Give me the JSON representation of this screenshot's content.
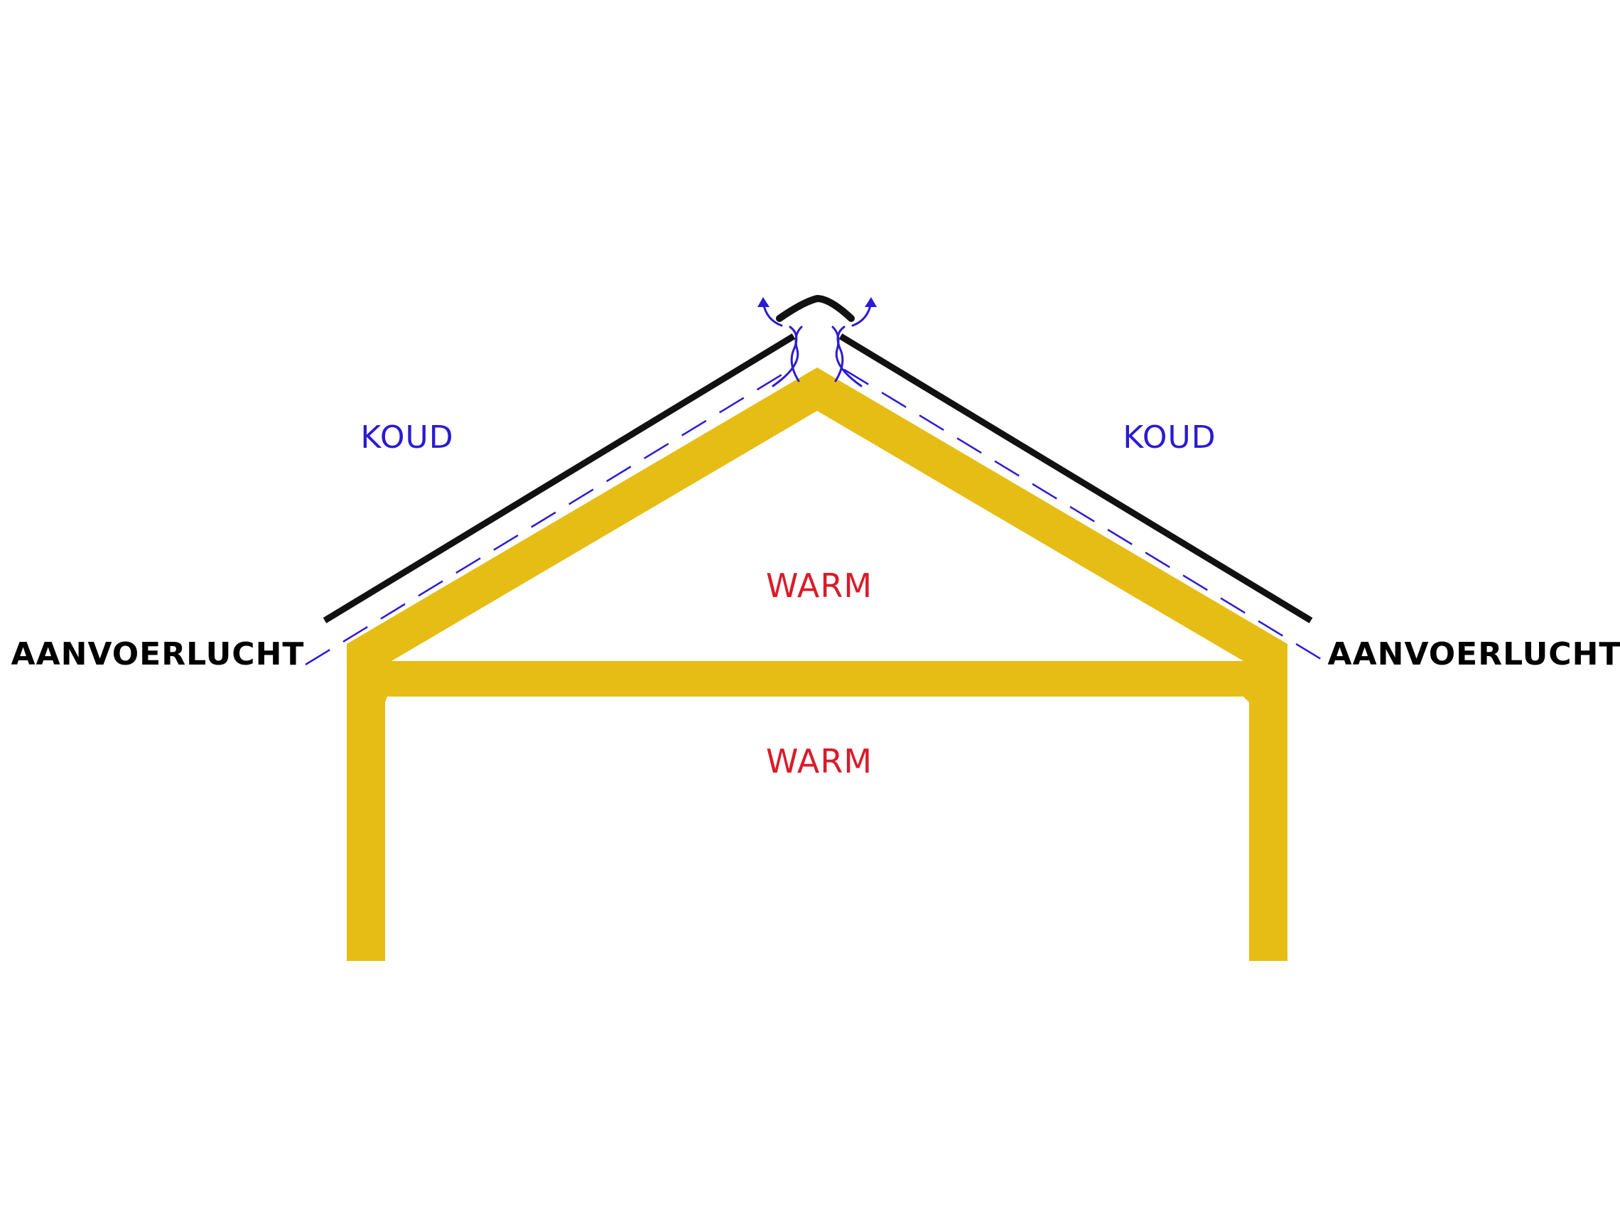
{
  "labels": {
    "cold_left": "KOUD",
    "cold_right": "KOUD",
    "warm_attic": "WARM",
    "warm_room": "WARM",
    "supply_left": "AANVOERLUCHT",
    "supply_right": "AANVOERLUCHT"
  },
  "colors": {
    "structure": "#e6bd15",
    "roof": "#111111",
    "airflow": "#2b1bd1",
    "cold_text": "#2b1bd1",
    "warm_text": "#d91c2a",
    "supply_text": "#000000"
  },
  "icons": {
    "airflow_arrows": "arrow-up-curved-icon"
  }
}
